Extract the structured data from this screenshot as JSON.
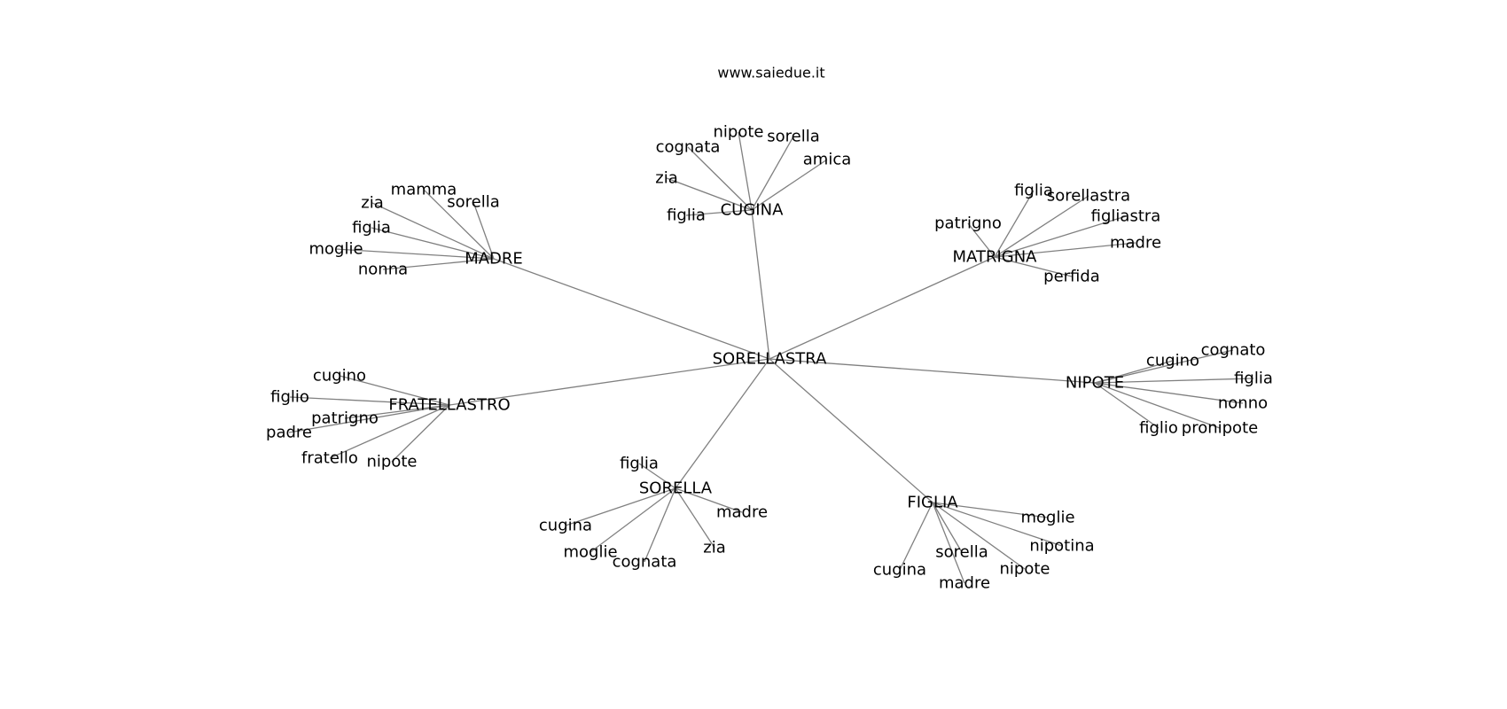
{
  "site": "www.saiedue.it",
  "center": "SORELLASTRA",
  "groups": [
    {
      "hub": "CUGINA",
      "leaves": [
        "nipote",
        "sorella",
        "cognata",
        "amica",
        "zia",
        "figlia"
      ]
    },
    {
      "hub": "MADRE",
      "leaves": [
        "mamma",
        "sorella",
        "zia",
        "figlia",
        "moglie",
        "nonna"
      ]
    },
    {
      "hub": "MATRIGNA",
      "leaves": [
        "figlia",
        "sorellastra",
        "figliastra",
        "patrigno",
        "madre",
        "perfida"
      ]
    },
    {
      "hub": "NIPOTE",
      "leaves": [
        "cognato",
        "cugino",
        "figlia",
        "nonno",
        "figlio",
        "pronipote"
      ]
    },
    {
      "hub": "FRATELLASTRO",
      "leaves": [
        "cugino",
        "figlio",
        "patrigno",
        "padre",
        "fratello",
        "nipote"
      ]
    },
    {
      "hub": "SORELLA",
      "leaves": [
        "figlia",
        "madre",
        "cugina",
        "zia",
        "moglie",
        "cognata"
      ]
    },
    {
      "hub": "FIGLIA",
      "leaves": [
        "moglie",
        "nipotina",
        "sorella",
        "nipote",
        "cugina",
        "madre"
      ]
    }
  ]
}
